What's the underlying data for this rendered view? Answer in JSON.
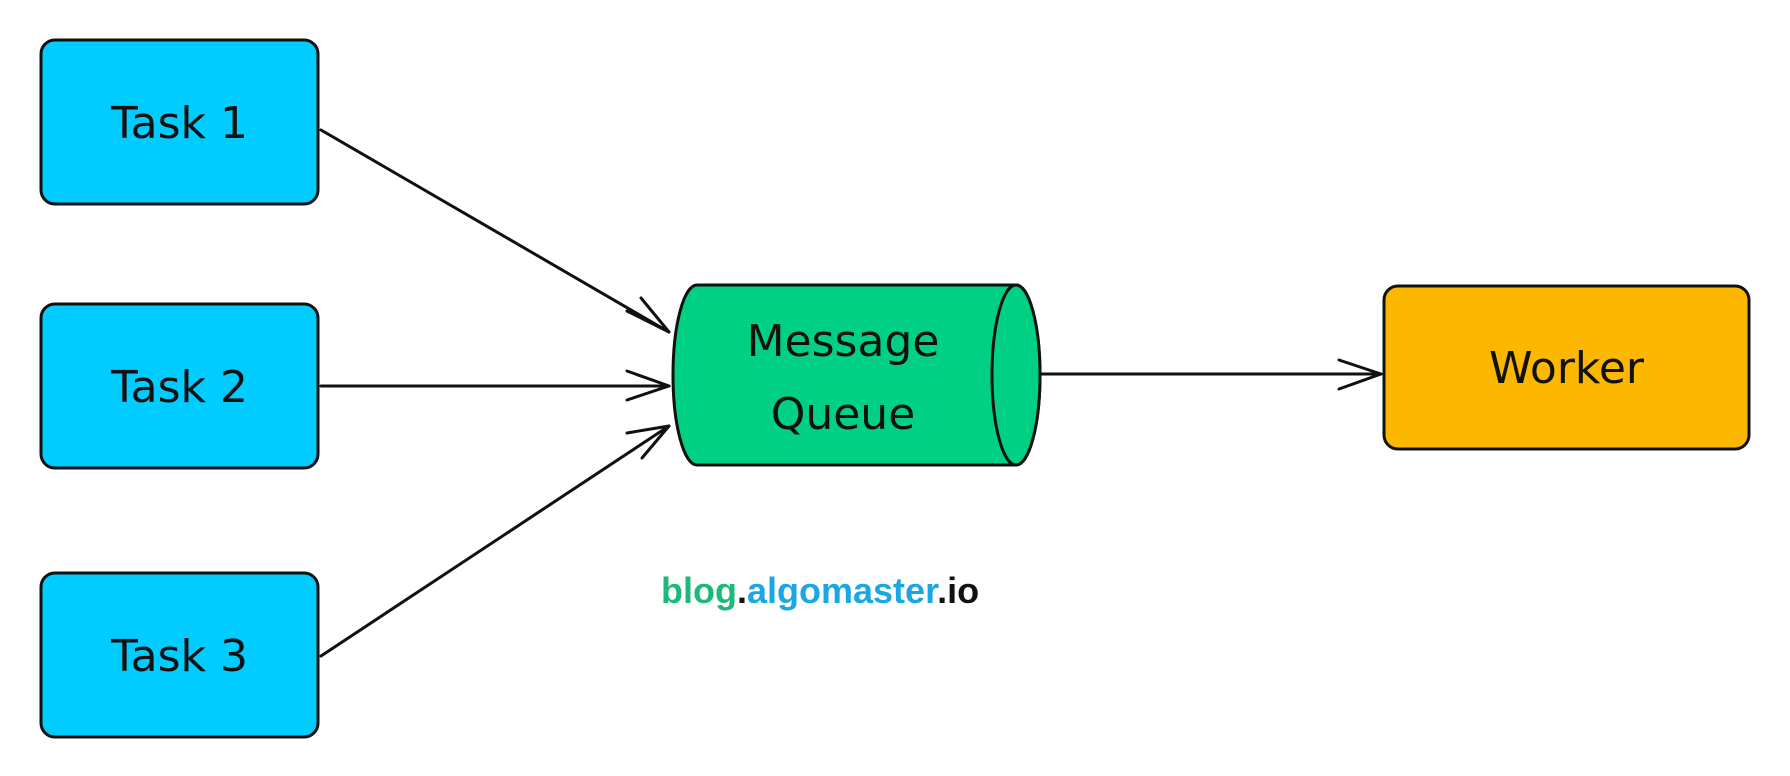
{
  "nodes": {
    "task1": {
      "label": "Task 1"
    },
    "task2": {
      "label": "Task 2"
    },
    "task3": {
      "label": "Task 3"
    },
    "queue": {
      "line1": "Message",
      "line2": "Queue"
    },
    "worker": {
      "label": "Worker"
    }
  },
  "watermark": {
    "part1": "blog",
    "dot1": ".",
    "part2": "algomaster",
    "dot2": ".",
    "part3": "io"
  },
  "colors": {
    "task_fill": "#00CCFF",
    "queue_fill": "#00D084",
    "worker_fill": "#FCB800",
    "stroke": "#111111",
    "wm_green": "#1DB97A",
    "wm_blue": "#1AA7E6",
    "wm_dark": "#111111"
  }
}
